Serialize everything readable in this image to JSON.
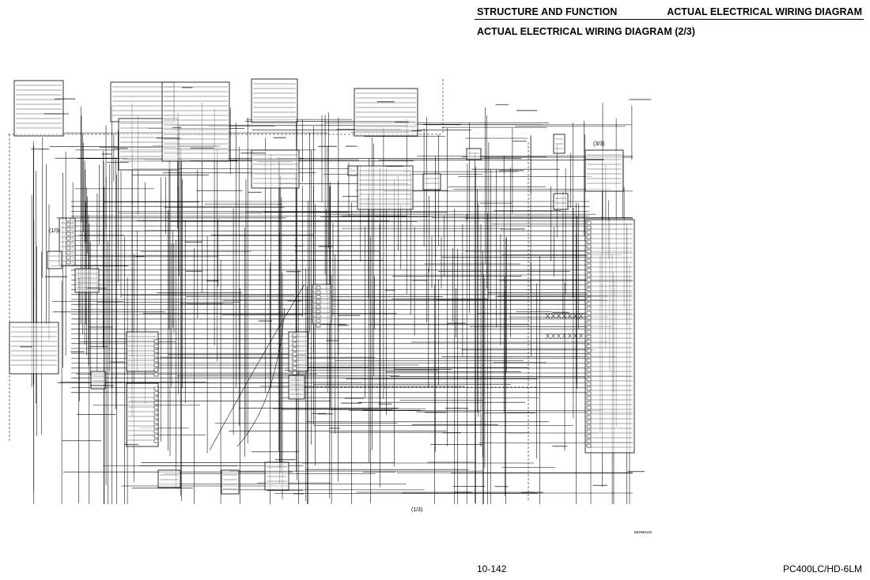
{
  "header": {
    "section": "STRUCTURE AND FUNCTION",
    "chapter": "ACTUAL ELECTRICAL WIRING DIAGRAM"
  },
  "title": "ACTUAL ELECTRICAL WIRING DIAGRAM (2/3)",
  "footer": {
    "page_number": "10-142",
    "model": "PC400LC/HD-6LM"
  },
  "diagram": {
    "continuation_labels": [
      "(1/3)",
      "(3/3)",
      "(1/3)"
    ],
    "drawing_code": "BE0M0119"
  },
  "colors": {
    "ink": "#000000",
    "background": "#ffffff"
  }
}
